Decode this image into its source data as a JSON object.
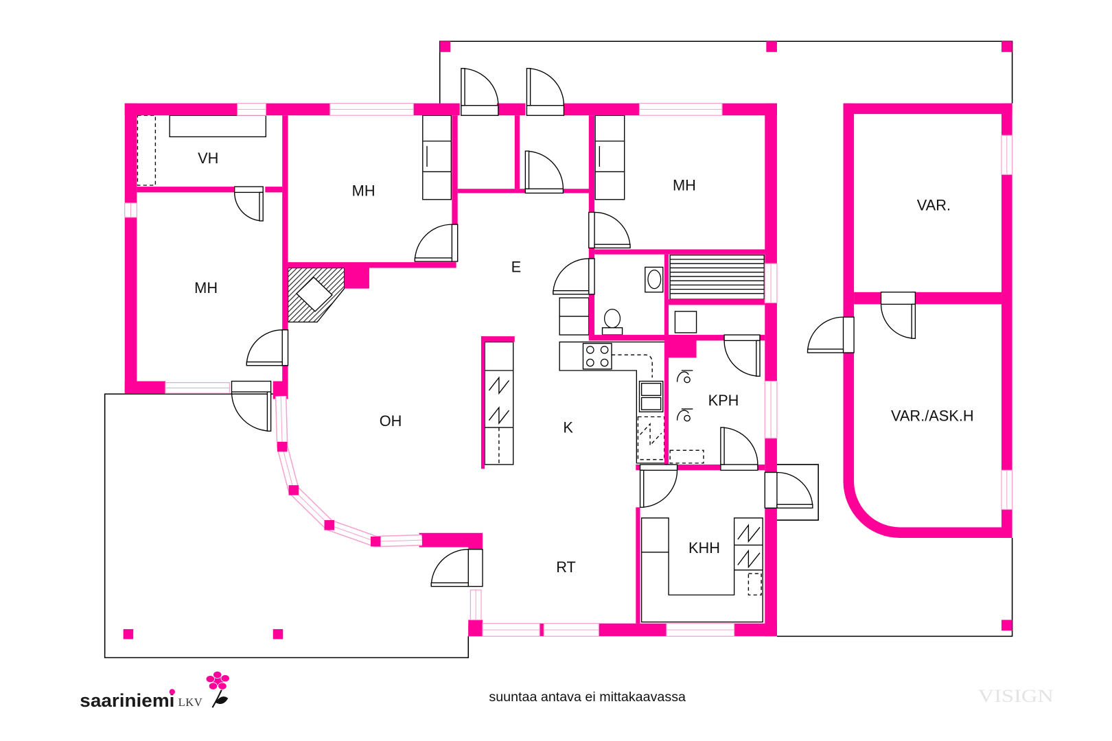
{
  "colors": {
    "wall": "#ff0099",
    "window_line": "#f5a3cf",
    "outline": "#000000",
    "watermark": "#e4e4e4",
    "background": "#ffffff"
  },
  "rooms": {
    "vh": "VH",
    "mh_north": "MH",
    "mh_west": "MH",
    "mh_east": "MH",
    "e": "E",
    "oh": "OH",
    "k": "K",
    "kph": "KPH",
    "khh": "KHH",
    "rt": "RT",
    "var": "VAR.",
    "var_ask_h": "VAR./ASK.H"
  },
  "footer": {
    "note": "suuntaa antava ei mittakaavassa",
    "brand_name": "saariniemi",
    "brand_suffix": "LKV",
    "brand_icon": "rose-logo-icon",
    "watermark": "VISIGN"
  }
}
